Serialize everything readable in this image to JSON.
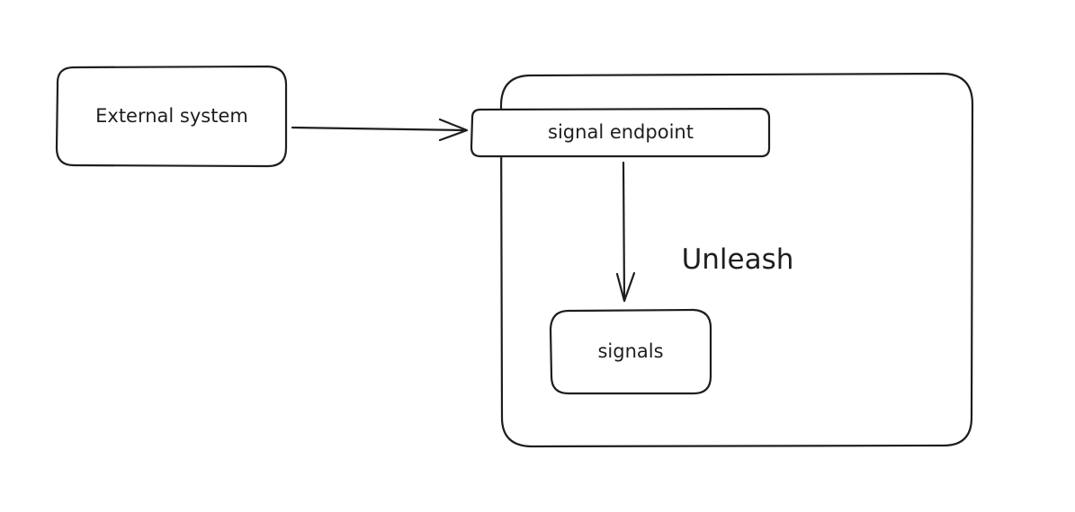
{
  "diagram": {
    "nodes": {
      "external_system": "External system",
      "unleash": "Unleash",
      "signal_endpoint": "signal endpoint",
      "signals": "signals"
    },
    "edges": [
      {
        "from": "External system",
        "to": "signal endpoint"
      },
      {
        "from": "signal endpoint",
        "to": "signals"
      }
    ],
    "colors": {
      "stroke": "#1e1e1e",
      "background": "#ffffff"
    }
  }
}
